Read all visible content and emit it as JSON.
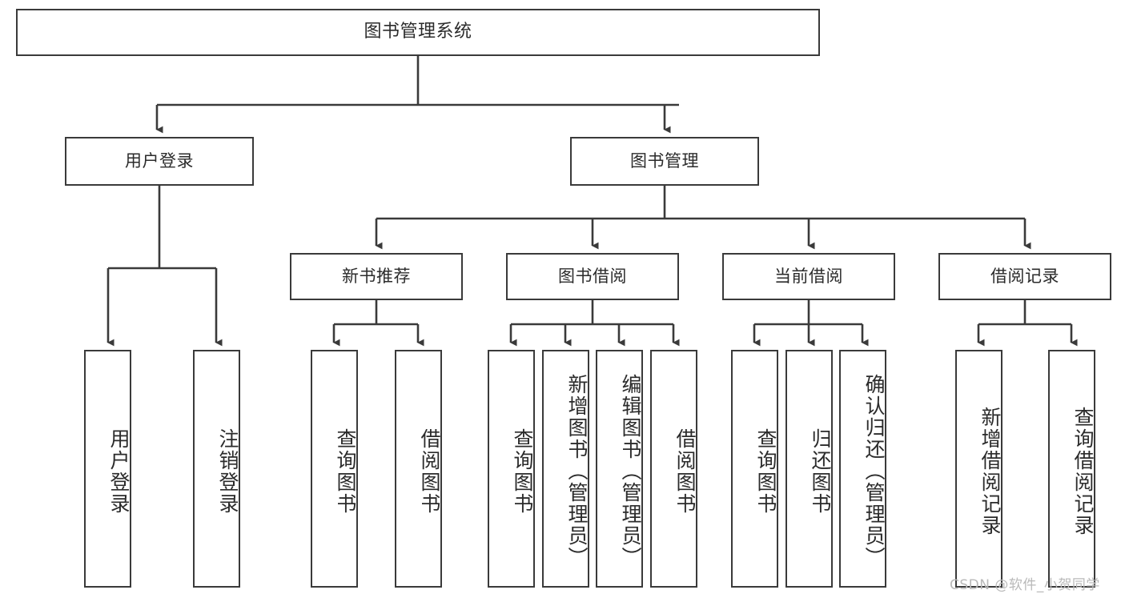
{
  "diagram": {
    "type": "hierarchy-tree",
    "title": "图书管理系统",
    "orientation": "top-down",
    "levels": 4,
    "root": {
      "id": "root",
      "label": "图书管理系统",
      "text_direction": "horizontal"
    },
    "level2": [
      {
        "id": "user-login",
        "label": "用户登录",
        "text_direction": "horizontal"
      },
      {
        "id": "book-management",
        "label": "图书管理",
        "text_direction": "horizontal"
      }
    ],
    "level3": [
      {
        "id": "new-book-recommend",
        "label": "新书推荐",
        "text_direction": "horizontal",
        "parent": "book-management"
      },
      {
        "id": "book-borrow",
        "label": "图书借阅",
        "text_direction": "horizontal",
        "parent": "book-management"
      },
      {
        "id": "current-borrow",
        "label": "当前借阅",
        "text_direction": "horizontal",
        "parent": "book-management"
      },
      {
        "id": "borrow-record",
        "label": "借阅记录",
        "text_direction": "horizontal",
        "parent": "book-management"
      }
    ],
    "leaves": [
      {
        "id": "leaf-user-login",
        "label": "用户登录",
        "text_direction": "vertical",
        "parent": "user-login"
      },
      {
        "id": "leaf-user-logout",
        "label": "注销登录",
        "text_direction": "vertical",
        "parent": "user-login"
      },
      {
        "id": "leaf-query-book-1",
        "label": "查询图书",
        "text_direction": "vertical",
        "parent": "new-book-recommend"
      },
      {
        "id": "leaf-borrow-book-1",
        "label": "借阅图书",
        "text_direction": "vertical",
        "parent": "new-book-recommend"
      },
      {
        "id": "leaf-query-book-2",
        "label": "查询图书",
        "text_direction": "vertical",
        "parent": "book-borrow"
      },
      {
        "id": "leaf-add-book",
        "label": "新增图书（管理员）",
        "text_direction": "vertical",
        "parent": "book-borrow"
      },
      {
        "id": "leaf-edit-book",
        "label": "编辑图书（管理员）",
        "text_direction": "vertical",
        "parent": "book-borrow"
      },
      {
        "id": "leaf-borrow-book-2",
        "label": "借阅图书",
        "text_direction": "vertical",
        "parent": "book-borrow"
      },
      {
        "id": "leaf-query-book-3",
        "label": "查询图书",
        "text_direction": "vertical",
        "parent": "current-borrow"
      },
      {
        "id": "leaf-return-book",
        "label": "归还图书",
        "text_direction": "vertical",
        "parent": "current-borrow"
      },
      {
        "id": "leaf-confirm-return",
        "label": "确认归还（管理员）",
        "text_direction": "vertical",
        "parent": "current-borrow"
      },
      {
        "id": "leaf-add-record",
        "label": "新增借阅记录",
        "text_direction": "vertical",
        "parent": "borrow-record"
      },
      {
        "id": "leaf-query-record",
        "label": "查询借阅记录",
        "text_direction": "vertical",
        "parent": "borrow-record"
      }
    ],
    "colors": {
      "stroke": "#3a3a3a",
      "fill": "#ffffff",
      "text": "#2b2b2b",
      "watermark": "#b9b9b9"
    }
  },
  "watermark": {
    "text": "CSDN @软件_小贺同学"
  }
}
